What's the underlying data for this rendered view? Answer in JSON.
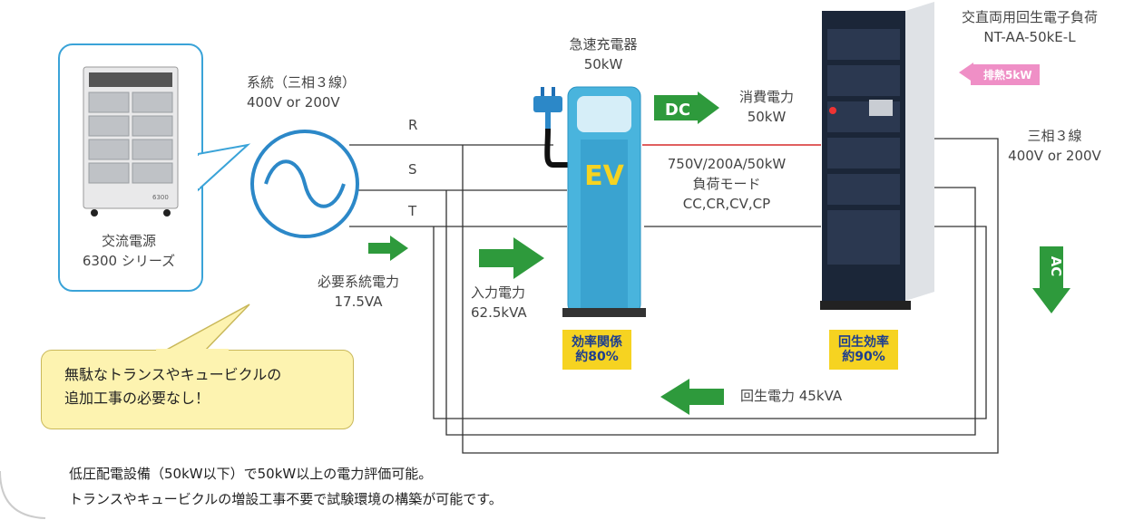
{
  "ac_source": {
    "title": "交流電源",
    "series": "6300 シリーズ",
    "panel_text": "6300"
  },
  "grid": {
    "title": "系統（三相３線）",
    "voltage": "400V or 200V"
  },
  "phases": [
    "R",
    "S",
    "T"
  ],
  "grid_power": {
    "label": "必要系統電力",
    "value": "17.5VA"
  },
  "input_power": {
    "label": "入力電力",
    "value": "62.5kVA"
  },
  "charger": {
    "title": "急速充電器",
    "power": "50kW",
    "ev_label": "EV"
  },
  "dc": {
    "arrow_label": "DC",
    "consumption_label": "消費電力",
    "consumption_value": "50kW"
  },
  "load_mode": {
    "spec": "750V/200A/50kW",
    "title": "負荷モード",
    "modes": "CC,CR,CV,CP"
  },
  "load_device": {
    "title": "交直両用回生電子負荷",
    "model": "NT-AA-50kE-L",
    "heat_badge": "排熱5kW"
  },
  "output": {
    "title": "三相３線",
    "voltage": "400V or 200V",
    "ac_label": "AC"
  },
  "efficiency_charger": {
    "line1": "効率関係",
    "line2": "約80%"
  },
  "efficiency_regen": {
    "line1": "回生効率",
    "line2": "約90%"
  },
  "regen": {
    "label": "回生電力 45kVA"
  },
  "callout_note": {
    "line1": "無駄なトランスやキュービクルの",
    "line2": "追加工事の必要なし！"
  },
  "footer": {
    "line1": "低圧配電設備（50kW以下）で50kW以上の電力評価可能。",
    "line2": "トランスやキュービクルの増設工事不要で試験環境の構築が可能です。"
  },
  "colors": {
    "green_arrow": "#2e9a3c",
    "blue": "#3aa3d8",
    "badge_yellow": "#f6d321",
    "badge_text": "#1d3e8f",
    "pink": "#ef8fc6",
    "dc_red": "#d62b2b"
  }
}
